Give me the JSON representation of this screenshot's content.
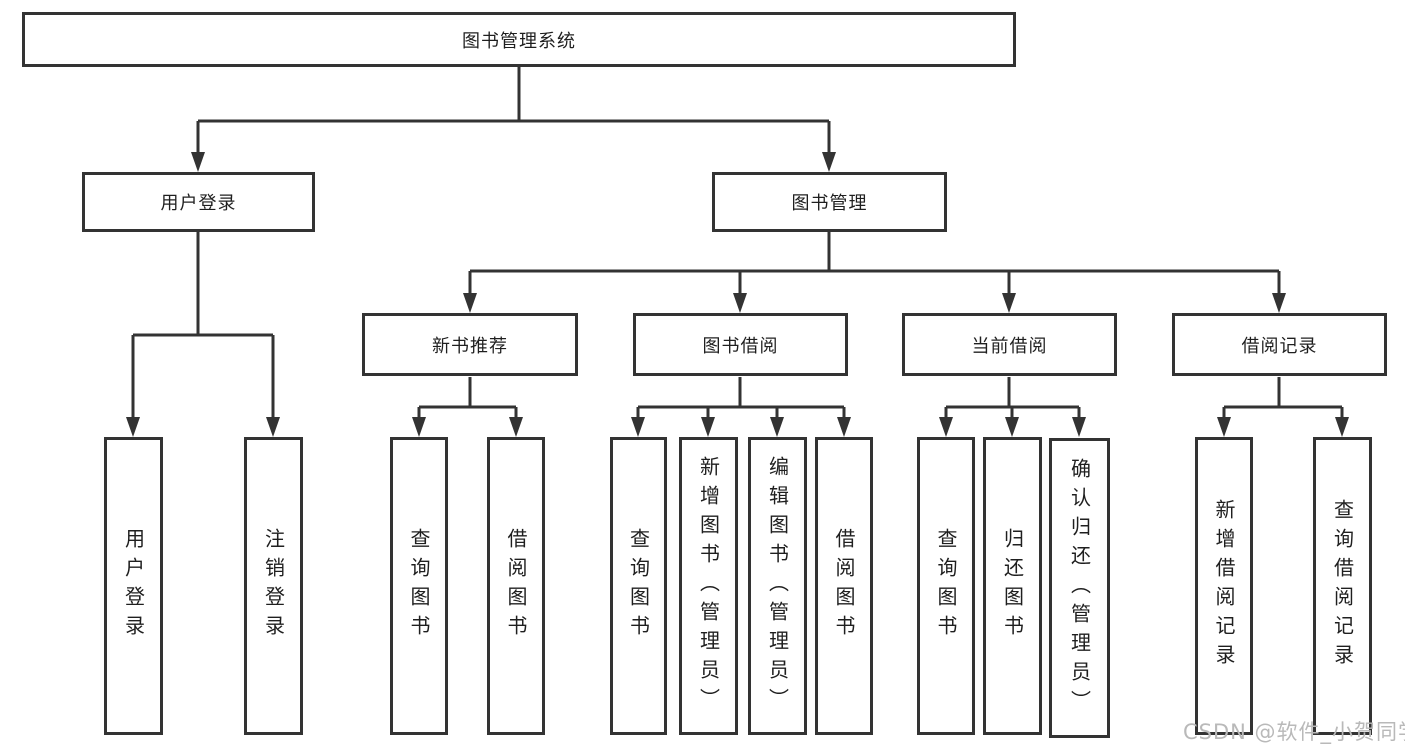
{
  "diagram": {
    "title": "图书管理系统",
    "root": {
      "label": "图书管理系统"
    },
    "branches": [
      {
        "label": "用户登录",
        "children": [
          {
            "label": "用户登录"
          },
          {
            "label": "注销登录"
          }
        ]
      },
      {
        "label": "图书管理",
        "groups": [
          {
            "label": "新书推荐",
            "children": [
              {
                "label": "查询图书"
              },
              {
                "label": "借阅图书"
              }
            ]
          },
          {
            "label": "图书借阅",
            "children": [
              {
                "label": "查询图书"
              },
              {
                "label": "新增图书（管理员）"
              },
              {
                "label": "编辑图书（管理员）"
              },
              {
                "label": "借阅图书"
              }
            ]
          },
          {
            "label": "当前借阅",
            "children": [
              {
                "label": "查询图书"
              },
              {
                "label": "归还图书"
              },
              {
                "label": "确认归还（管理员）"
              }
            ]
          },
          {
            "label": "借阅记录",
            "children": [
              {
                "label": "新增借阅记录"
              },
              {
                "label": "查询借阅记录"
              }
            ]
          }
        ]
      }
    ]
  },
  "watermark": {
    "text": "CSDN @软件_小贺同学"
  },
  "colors": {
    "line": "#333333",
    "text": "#1f1f1f",
    "box_fill": "#ffffff",
    "background": "#ffffff",
    "watermark": "#b9b9b9"
  }
}
